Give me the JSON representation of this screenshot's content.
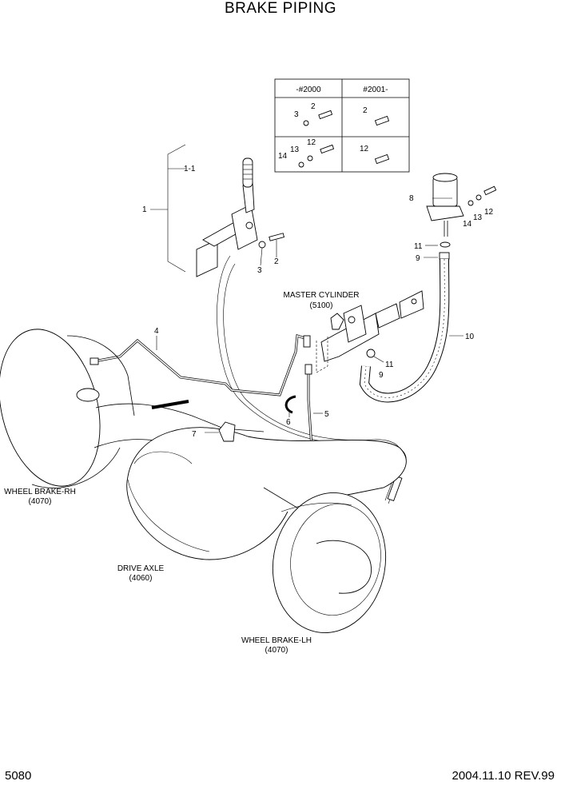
{
  "title": "BRAKE PIPING",
  "page_number": "5080",
  "revision": "2004.11.10 REV.99",
  "serial_table": {
    "headers": [
      "-#2000",
      "#2001-"
    ]
  },
  "part_numbers": {
    "p1": "1",
    "p1_1": "1-1",
    "p2": "2",
    "p3": "3",
    "p4": "4",
    "p5": "5",
    "p6": "6",
    "p7": "7",
    "p8": "8",
    "p9": "9",
    "p10": "10",
    "p11": "11",
    "p12": "12",
    "p13": "13",
    "p14": "14"
  },
  "assemblies": {
    "master_cylinder": "MASTER CYLINDER",
    "master_cylinder_ref": "(5100)",
    "wheel_brake_rh": "WHEEL BRAKE-RH",
    "wheel_brake_rh_ref": "(4070)",
    "drive_axle": "DRIVE AXLE",
    "drive_axle_ref": "(4060)",
    "wheel_brake_lh": "WHEEL BRAKE-LH",
    "wheel_brake_lh_ref": "(4070)"
  }
}
